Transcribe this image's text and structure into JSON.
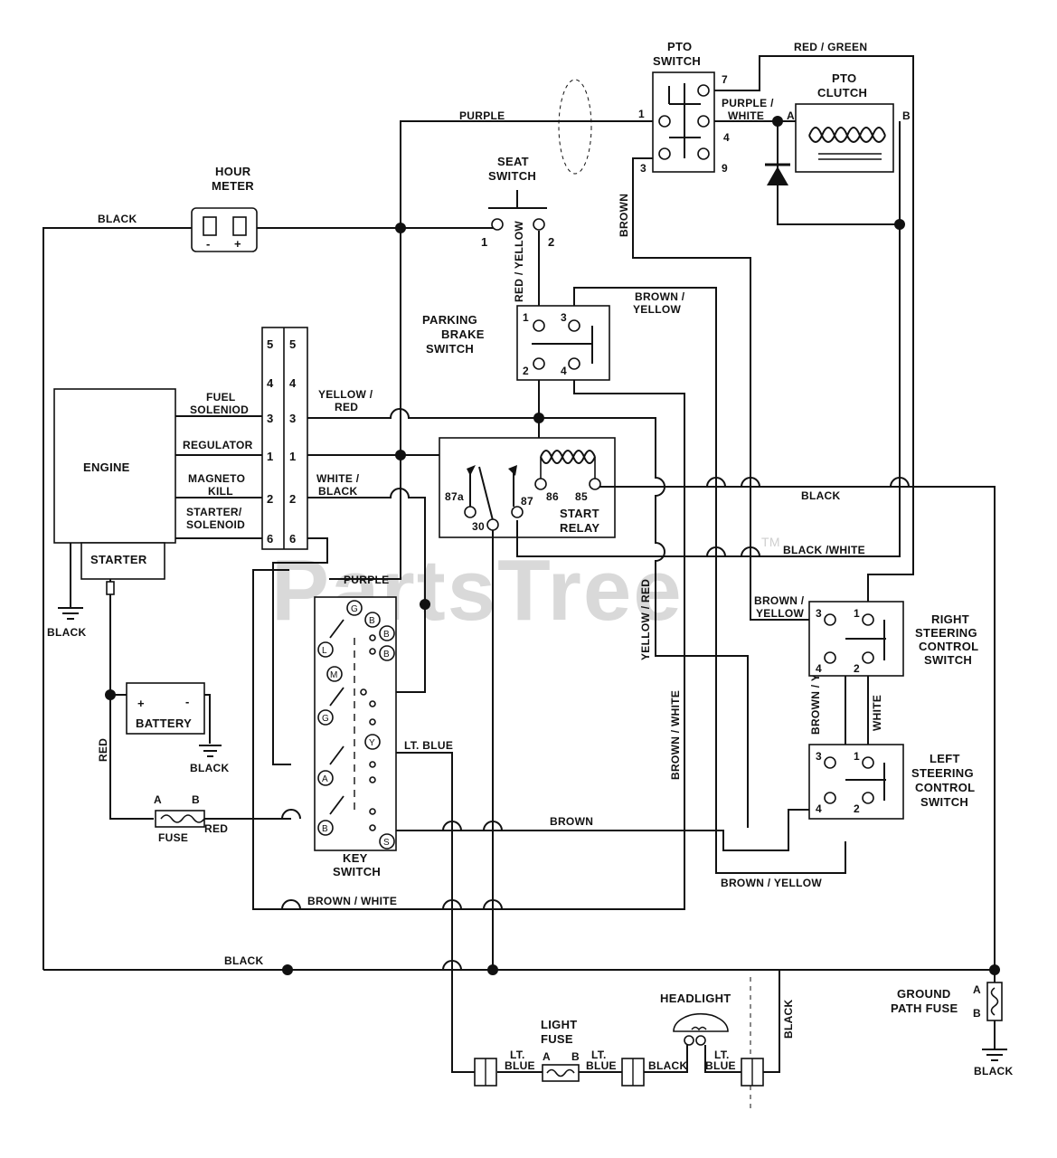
{
  "watermark": {
    "text": "PartsTree",
    "tm": "TM"
  },
  "components": {
    "engine": "ENGINE",
    "starter": "STARTER",
    "hour_meter": [
      "HOUR",
      "METER"
    ],
    "hour_meter_minus": "-",
    "hour_meter_plus": "+",
    "battery": "BATTERY",
    "battery_plus": "+",
    "battery_minus": "-",
    "fuse": "FUSE",
    "fuse_a": "A",
    "fuse_b": "B",
    "key_switch": [
      "KEY",
      "SWITCH"
    ],
    "seat_switch": [
      "SEAT",
      "SWITCH"
    ],
    "seat_term_1": "1",
    "seat_term_2": "2",
    "parking_brake": [
      "PARKING",
      "BRAKE",
      "SWITCH"
    ],
    "start_relay": [
      "START",
      "RELAY"
    ],
    "relay_terms": [
      "87a",
      "30",
      "87",
      "86",
      "85"
    ],
    "pto_switch": [
      "PTO",
      "SWITCH"
    ],
    "pto_clutch": [
      "PTO",
      "CLUTCH"
    ],
    "pto_clutch_a": "A",
    "pto_clutch_b": "B",
    "right_steering": [
      "RIGHT",
      "STEERING",
      "CONTROL",
      "SWITCH"
    ],
    "left_steering": [
      "LEFT",
      "STEERING",
      "CONTROL",
      "SWITCH"
    ],
    "light_fuse": [
      "LIGHT",
      "FUSE"
    ],
    "light_fuse_a": "A",
    "light_fuse_b": "B",
    "headlight": "HEADLIGHT",
    "ground_path_fuse": [
      "GROUND",
      "PATH FUSE"
    ],
    "ground_fuse_a": "A",
    "ground_fuse_b": "B"
  },
  "engine_terminals": {
    "fuel_solenoid": [
      "FUEL",
      "SOLENIOD"
    ],
    "regulator": "REGULATOR",
    "magneto_kill": [
      "MAGNETO",
      "KILL"
    ],
    "starter_solenoid": [
      "STARTER/",
      "SOLENOID"
    ],
    "connector_pins": [
      "5",
      "4",
      "3",
      "1",
      "2",
      "6"
    ]
  },
  "key_switch_terminals": [
    "G",
    "B",
    "B",
    "B",
    "L",
    "M",
    "G",
    "Y",
    "A",
    "B",
    "S"
  ],
  "switch_terminals": {
    "pto": [
      "7",
      "1",
      "4",
      "3",
      "9"
    ],
    "parking_brake": [
      "1",
      "3",
      "2",
      "4"
    ],
    "right_steering": [
      "3",
      "1",
      "4",
      "2"
    ],
    "left_steering": [
      "3",
      "1",
      "4",
      "2"
    ]
  },
  "wire_labels": {
    "black_top": "BLACK",
    "purple_top": "PURPLE",
    "red_green": "RED / GREEN",
    "purple_white": [
      "PURPLE /",
      "WHITE"
    ],
    "brown_pto": "BROWN",
    "red_yellow": "RED / YELLOW",
    "brown_yellow_pb": [
      "BROWN /",
      "YELLOW"
    ],
    "yellow_red": [
      "YELLOW /",
      "RED"
    ],
    "white_black": [
      "WHITE /",
      "BLACK"
    ],
    "black_relay": "BLACK",
    "black_white": "BLACK /WHITE",
    "purple_key": "PURPLE",
    "brown_yellow_rs": [
      "BROWN /",
      "YELLOW"
    ],
    "yellow_red_vert": "YELLOW / RED",
    "brown_white_vert": "BROWN / WHITE",
    "brown_yellow_vert": "BROWN / YELLOW",
    "white_vert": "WHITE",
    "lt_blue_key": "LT. BLUE",
    "brown_key": "BROWN",
    "brown_yellow_bottom": "BROWN / YELLOW",
    "brown_white_bottom": "BROWN / WHITE",
    "red_vert": "RED",
    "red_fuse": "RED",
    "black_engine_gnd": "BLACK",
    "black_battery_gnd": "BLACK",
    "black_bottom": "BLACK",
    "black_ground_fuse": "BLACK",
    "black_headlight_vert": "BLACK",
    "lt_blue_1": [
      "LT.",
      "BLUE"
    ],
    "lt_blue_2": [
      "LT.",
      "BLUE"
    ],
    "black_headlight": "BLACK",
    "lt_blue_3": [
      "LT.",
      "BLUE"
    ]
  }
}
